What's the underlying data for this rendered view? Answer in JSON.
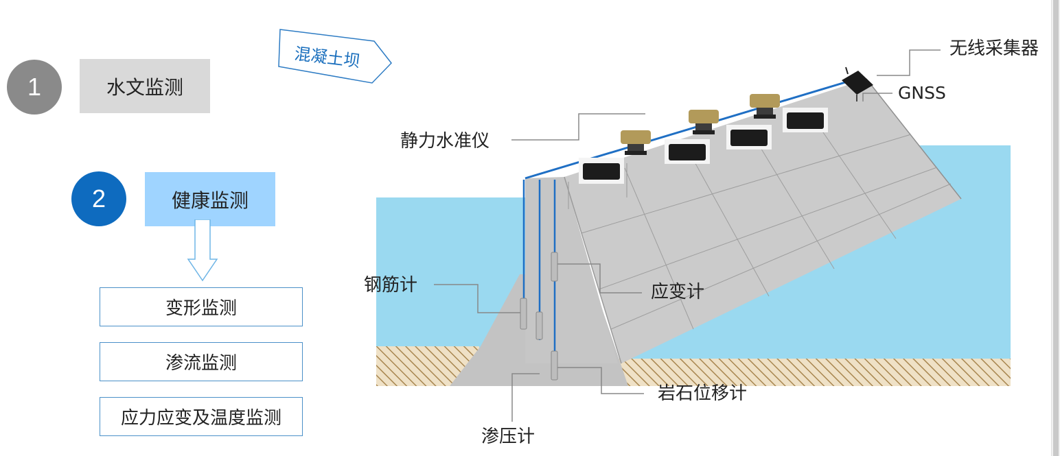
{
  "steps": [
    {
      "number": "1",
      "label": "水文监测"
    },
    {
      "number": "2",
      "label": "健康监测"
    }
  ],
  "sub_items": [
    "变形监测",
    "渗流监测",
    "应力应变及温度监测"
  ],
  "tag_label": "混凝土坝",
  "callouts": {
    "wireless": "无线采集器",
    "gnss": "GNSS",
    "level": "静力水准仪",
    "rebar": "钢筋计",
    "strain": "应变计",
    "rock": "岩石位移计",
    "piezo": "渗压计"
  },
  "colors": {
    "step1": "#8a8a8a",
    "step1_label_bg": "#d9d9d9",
    "step2": "#0e6bbf",
    "step2_label_bg": "#9fd4ff",
    "water": "#9ad9f0",
    "dam": "#c9c9c9",
    "cable": "#1f6fc4"
  }
}
